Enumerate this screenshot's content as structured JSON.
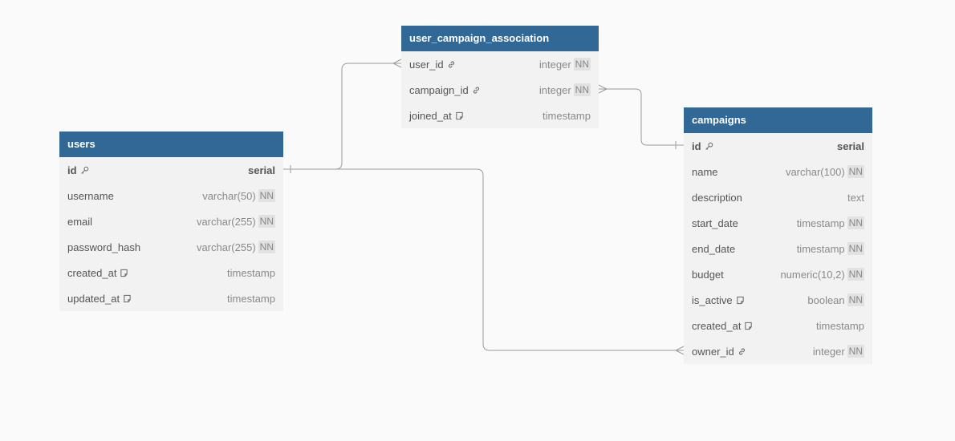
{
  "diagram": {
    "tables": [
      {
        "name": "users",
        "columns": [
          {
            "name": "id",
            "type": "serial",
            "pk": true,
            "icon": "key-icon",
            "nn": ""
          },
          {
            "name": "username",
            "type": "varchar(50)",
            "pk": false,
            "icon": "",
            "nn": "NN"
          },
          {
            "name": "email",
            "type": "varchar(255)",
            "pk": false,
            "icon": "",
            "nn": "NN"
          },
          {
            "name": "password_hash",
            "type": "varchar(255)",
            "pk": false,
            "icon": "",
            "nn": "NN"
          },
          {
            "name": "created_at",
            "type": "timestamp",
            "pk": false,
            "icon": "note-icon",
            "nn": ""
          },
          {
            "name": "updated_at",
            "type": "timestamp",
            "pk": false,
            "icon": "note-icon",
            "nn": ""
          }
        ]
      },
      {
        "name": "user_campaign_association",
        "columns": [
          {
            "name": "user_id",
            "type": "integer",
            "pk": false,
            "icon": "link-icon",
            "nn": "NN"
          },
          {
            "name": "campaign_id",
            "type": "integer",
            "pk": false,
            "icon": "link-icon",
            "nn": "NN"
          },
          {
            "name": "joined_at",
            "type": "timestamp",
            "pk": false,
            "icon": "note-icon",
            "nn": ""
          }
        ]
      },
      {
        "name": "campaigns",
        "columns": [
          {
            "name": "id",
            "type": "serial",
            "pk": true,
            "icon": "key-icon",
            "nn": ""
          },
          {
            "name": "name",
            "type": "varchar(100)",
            "pk": false,
            "icon": "",
            "nn": "NN"
          },
          {
            "name": "description",
            "type": "text",
            "pk": false,
            "icon": "",
            "nn": ""
          },
          {
            "name": "start_date",
            "type": "timestamp",
            "pk": false,
            "icon": "",
            "nn": "NN"
          },
          {
            "name": "end_date",
            "type": "timestamp",
            "pk": false,
            "icon": "",
            "nn": "NN"
          },
          {
            "name": "budget",
            "type": "numeric(10,2)",
            "pk": false,
            "icon": "",
            "nn": "NN"
          },
          {
            "name": "is_active",
            "type": "boolean",
            "pk": false,
            "icon": "note-icon",
            "nn": "NN"
          },
          {
            "name": "created_at",
            "type": "timestamp",
            "pk": false,
            "icon": "note-icon",
            "nn": ""
          },
          {
            "name": "owner_id",
            "type": "integer",
            "pk": false,
            "icon": "link-icon",
            "nn": "NN"
          }
        ]
      }
    ],
    "relationships": [
      {
        "from_table": "users",
        "from_column": "id",
        "from_card": "one",
        "to_table": "user_campaign_association",
        "to_column": "user_id",
        "to_card": "many"
      },
      {
        "from_table": "campaigns",
        "from_column": "id",
        "from_card": "one",
        "to_table": "user_campaign_association",
        "to_column": "campaign_id",
        "to_card": "many"
      },
      {
        "from_table": "users",
        "from_column": "id",
        "from_card": "one",
        "to_table": "campaigns",
        "to_column": "owner_id",
        "to_card": "many"
      }
    ]
  },
  "colors": {
    "background": "#fafafa",
    "header": "#316896",
    "body": "#f2f2f2",
    "edge": "#9b9b9b"
  }
}
